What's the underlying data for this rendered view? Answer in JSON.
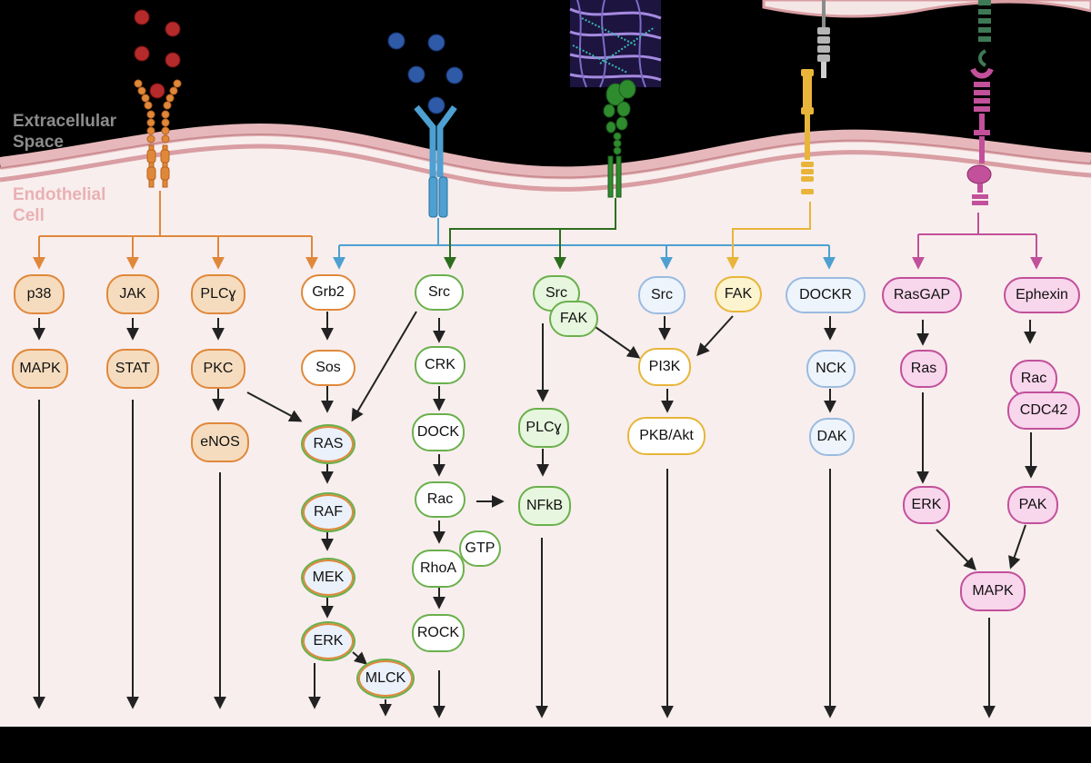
{
  "regions": {
    "extracellular": "Extracellular\nSpace",
    "endothelial": "Endothelial\nCell"
  },
  "nodes": {
    "p38": "p38",
    "mapk_1": "MAPK",
    "jak": "JAK",
    "stat": "STAT",
    "plcg_1": "PLCɣ",
    "pkc": "PKC",
    "enos": "eNOS",
    "grb2": "Grb2",
    "sos": "Sos",
    "ras": "RAS",
    "raf": "RAF",
    "mek": "MEK",
    "erk_1": "ERK",
    "mlck": "MLCK",
    "src_1": "Src",
    "crk": "CRK",
    "dock": "DOCK",
    "rac_1": "Rac",
    "gtp": "GTP",
    "rhoa": "RhoA",
    "rock": "ROCK",
    "src_2": "Src",
    "fak_1": "FAK",
    "plcg_2": "PLCɣ",
    "nfkb": "NFkB",
    "src_3": "Src",
    "fak_2": "FAK",
    "pi3k": "PI3K",
    "pkb": "PKB/Akt",
    "dockr": "DOCKR",
    "nck": "NCK",
    "dak": "DAK",
    "rasgap": "RasGAP",
    "ras_2": "Ras",
    "erk_2": "ERK",
    "ephexin": "Ephexin",
    "rac_2": "Rac",
    "cdc42": "CDC42",
    "pak": "PAK",
    "mapk_2": "MAPK"
  },
  "colors": {
    "background": "#000000",
    "cytoplasm": "#f8eeee",
    "membrane": "#d99ea3",
    "orange_pathway": "#e0883a",
    "blue_pathway": "#4da0d1",
    "green_pathway": "#2d6e1e",
    "yellow_pathway": "#e8b53a",
    "magenta_pathway": "#c2509a"
  },
  "icons": [
    "ligand-dot-icon",
    "receptor-icon",
    "matrix-fiber-icon",
    "integrin-icon",
    "cadherin-icon",
    "ephrin-receptor-icon"
  ]
}
